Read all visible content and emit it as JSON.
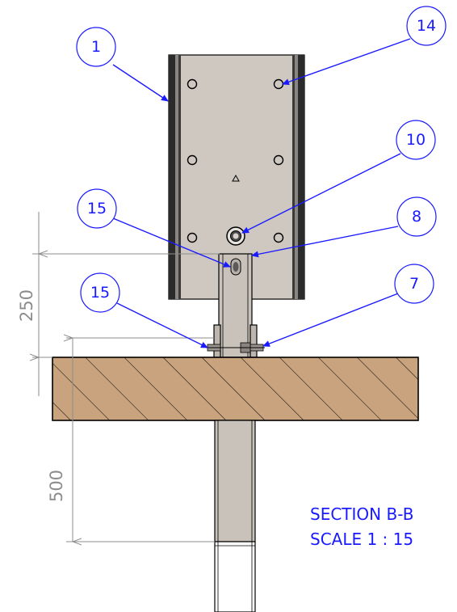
{
  "caption": {
    "line1": "SECTION B-B",
    "line2": "SCALE 1 : 15"
  },
  "dimensions": {
    "height_above_base": "250",
    "depth_below_base": "500"
  },
  "balloons": {
    "b1": "1",
    "b14": "14",
    "b10": "10",
    "b15_upper": "15",
    "b8": "8",
    "b15_lower": "15",
    "b7": "7"
  },
  "colors": {
    "annotation": "#1a1aff",
    "dimension": "#8c8c8c",
    "plate_fill": "#cfc8c0",
    "post_fill": "#c9c2ba",
    "wood_fill": "#c8a37e"
  }
}
